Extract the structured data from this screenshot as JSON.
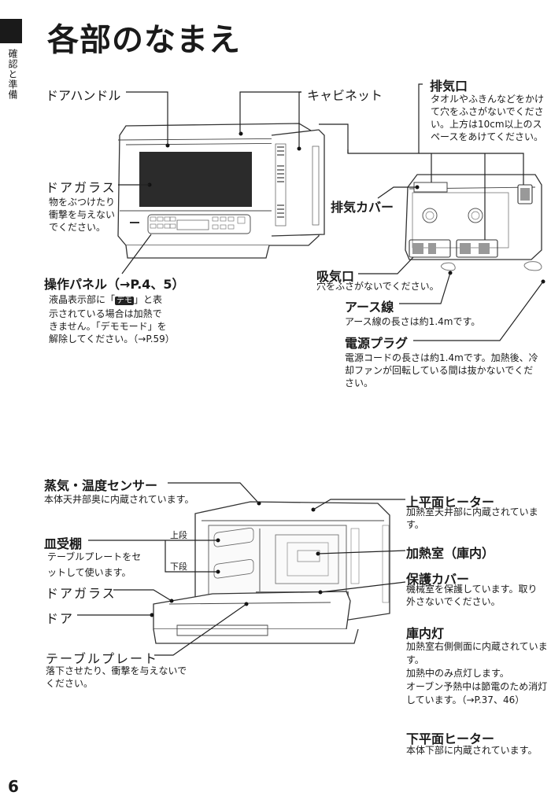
{
  "page": {
    "title": "各部のなまえ",
    "side_tab": "確認と準備",
    "page_number": "6"
  },
  "front_view": {
    "door_handle": {
      "label": "ドアハンドル"
    },
    "cabinet": {
      "label": "キャビネット"
    },
    "door_glass": {
      "label": "ドアガラス",
      "note": "物をぶつけたり衝撃を与えないでください。"
    },
    "control_panel": {
      "label": "操作パネル（→P.4、5）",
      "note_before": "液晶表示部に「",
      "badge": "デモ",
      "note_after": "」と表示されている場合は加熱できません。「デモモード」を解除してください。（→P.59）"
    }
  },
  "rear_view": {
    "exhaust_port": {
      "label": "排気口",
      "note": "タオルやふきんなどをかけて穴をふさがないでください。上方は10cm以上のスペースをあけてください。"
    },
    "exhaust_cover": {
      "label": "排気カバー"
    },
    "intake_port": {
      "label": "吸気口",
      "note": "穴をふさがないでください。"
    },
    "ground_wire": {
      "label": "アース線",
      "note": "アース線の長さは約1.4mです。"
    },
    "power_plug": {
      "label": "電源プラグ",
      "note": "電源コードの長さは約1.4mです。加熱後、冷却ファンが回転している間は抜かないでください。"
    }
  },
  "open_view": {
    "steam_temp_sensor": {
      "label": "蒸気・温度センサー",
      "note": "本体天井部奥に内蔵されています。"
    },
    "shelf_rack": {
      "label": "皿受棚",
      "note": "テーブルプレートをセットして使います。",
      "upper": "上段",
      "lower": "下段"
    },
    "door_glass": {
      "label": "ドアガラス"
    },
    "door": {
      "label": "ドア"
    },
    "table_plate": {
      "label": "テーブルプレート",
      "note": "落下させたり、衝撃を与えないでください。"
    },
    "upper_heater": {
      "label": "上平面ヒーター",
      "note": "加熱室天井部に内蔵されています。"
    },
    "heating_chamber": {
      "label": "加熱室（庫内）"
    },
    "protective_cover": {
      "label": "保護カバー",
      "note": "機械室を保護しています。取り外さないでください。"
    },
    "interior_light": {
      "label": "庫内灯",
      "note": "加熱室右側側面に内蔵されています。",
      "note2": "加熱中のみ点灯します。",
      "note3": "オーブン予熱中は節電のため消灯しています。（→P.37、46）"
    },
    "lower_heater": {
      "label": "下平面ヒーター",
      "note": "本体下部に内蔵されています。"
    }
  }
}
